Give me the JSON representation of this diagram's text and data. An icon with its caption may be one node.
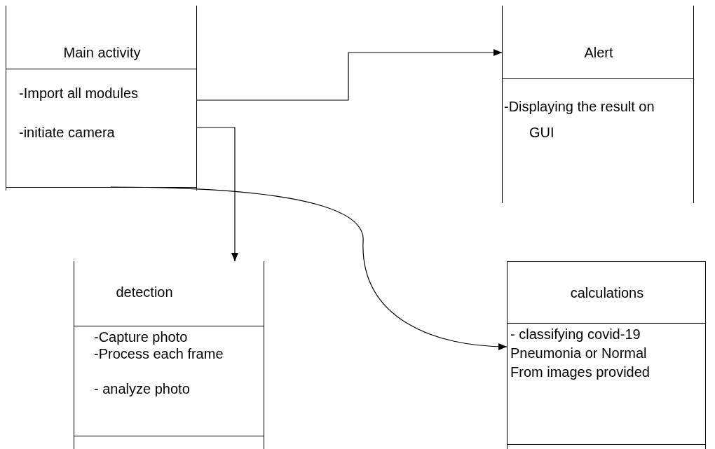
{
  "diagram": {
    "nodes": [
      {
        "text": [
          "Main activity",
          "-Import all modules",
          "-initiate camera"
        ]
      },
      {
        "text": [
          "Alert",
          "-Displaying the result on GUI"
        ]
      },
      {
        "text": [
          "detection",
          "-Capture photo",
          "-Process each frame",
          "- analyze photo"
        ]
      },
      {
        "text": [
          "calculations",
          "- classifying covid-19 Pneumonia or Normal From images provided"
        ]
      }
    ],
    "edges": [
      {
        "from": 0,
        "to": 1,
        "arrow": "to"
      },
      {
        "from": 0,
        "to": 2,
        "arrow": "to"
      },
      {
        "from": 0,
        "to": 3,
        "arrow": "to"
      }
    ]
  }
}
